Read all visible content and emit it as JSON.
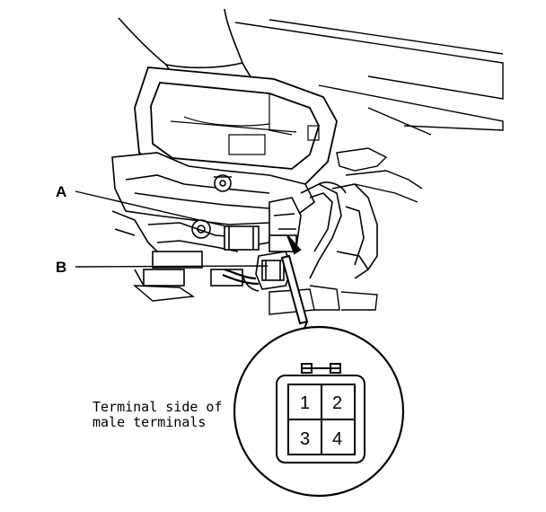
{
  "callouts": {
    "a": "A",
    "b": "B"
  },
  "caption": {
    "line1": "Terminal side of",
    "line2": "male terminals"
  },
  "connector": {
    "pins": [
      "1",
      "2",
      "3",
      "4"
    ]
  }
}
